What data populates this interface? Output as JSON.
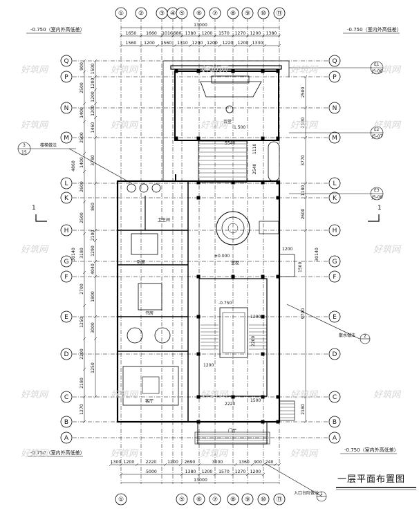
{
  "title": "一层平面布置图",
  "grid": {
    "columns": [
      "①",
      "②",
      "③",
      "④",
      "⑤",
      "⑥",
      "⑦",
      "⑧",
      "⑨",
      "⑩",
      "⑪"
    ],
    "columns_bottom": [
      "①",
      "⑤",
      "⑥",
      "⑦",
      "⑧",
      "⑨",
      "⑩",
      "⑪"
    ],
    "rows": [
      "Q",
      "P",
      "N",
      "M",
      "L",
      "K",
      "H",
      "G",
      "F",
      "E",
      "D",
      "C",
      "B",
      "A"
    ]
  },
  "level_notes": {
    "top_left": "-0.750（室内外高低差）",
    "top_right": "-0.750（室内外高低差）",
    "bottom_left": "-0.750（室内外高低差）",
    "bottom_right": "-0.750（室内外高低差）"
  },
  "dims": {
    "top_total": "13000",
    "top_row1": [
      "1650",
      "1660",
      "1010",
      "680",
      "1380",
      "1200",
      "1570",
      "1270",
      "1200",
      "1380"
    ],
    "top_row2": [
      "1560",
      "1200",
      "1560",
      "1310",
      "1200",
      "1200",
      "1220",
      "1200",
      "1330"
    ],
    "left_row1": [
      "900",
      "2500",
      "1400",
      "2500",
      "1400",
      "2600",
      "2500",
      "3180",
      "2700",
      "1250",
      "2200",
      "2180",
      "1270"
    ],
    "left_row2": [
      "1500",
      "1200",
      "1200",
      "1200",
      "1460",
      "3780",
      "860",
      "2100",
      "1290",
      "4040",
      "1800",
      "3000",
      "1250"
    ],
    "left_total": [
      "4860",
      "30140"
    ],
    "right_row1": [
      "2500",
      "2500",
      "3770",
      "1180",
      "2600",
      "9700",
      "2180"
    ],
    "right_total": "30140",
    "bottom_row1": [
      "1300",
      "1200",
      "2220",
      "1200",
      "2690",
      "3000",
      "1360",
      "900",
      "240"
    ],
    "bottom_row2": [
      "5000",
      "1380",
      "1200",
      "1570",
      "1270",
      "1200"
    ],
    "bottom_total": "13000"
  },
  "rooms": {
    "hall_upper": "百堂",
    "hall_upper_level": "1.500",
    "stair_dim": "5540",
    "stair_right_dim": "1110",
    "stair_height": "2540",
    "level_mid": "±0.000",
    "main_hall": "堂屋",
    "courtyard_level": "-0.750",
    "gate": "门厅",
    "left_rooms": [
      "卧室",
      "卫生间",
      "书房",
      "客厅"
    ],
    "small_dims": [
      "1200",
      "2200",
      "1200",
      "1200",
      "1500",
      "2220",
      "1500"
    ]
  },
  "detail_callouts": {
    "stair_note": "楼梯做法",
    "stair_ref": [
      "3",
      "15"
    ],
    "section_1": [
      "E1",
      "J5-06"
    ],
    "section_2": [
      "E2",
      "J5-07"
    ],
    "section_3": [
      "E3",
      "J5-08"
    ],
    "courtyard_note": "散水做法",
    "courtyard_ref": "2",
    "entrance_note": "入口台阶做法",
    "entrance_ref": "1"
  },
  "section_marks": [
    "1",
    "1"
  ],
  "watermarks": [
    "好筑网"
  ]
}
